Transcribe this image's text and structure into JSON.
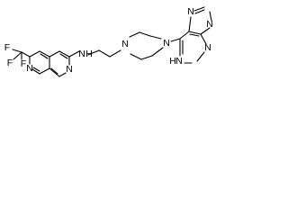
{
  "molecule": {
    "atoms": {
      "F_a": "F",
      "F_b": "F",
      "F_c": "F",
      "N_naph_lower": "N",
      "N_naph_upper": "N",
      "NH_amine": "N",
      "H_amine": "H",
      "N_pip_left": "N",
      "N_pip_right": "N",
      "N_purine_top": "N",
      "N_purine_right_top": "N",
      "N_purine_right_bottom": "N",
      "N_purine_bottom": "N",
      "H_purine": "H"
    }
  }
}
